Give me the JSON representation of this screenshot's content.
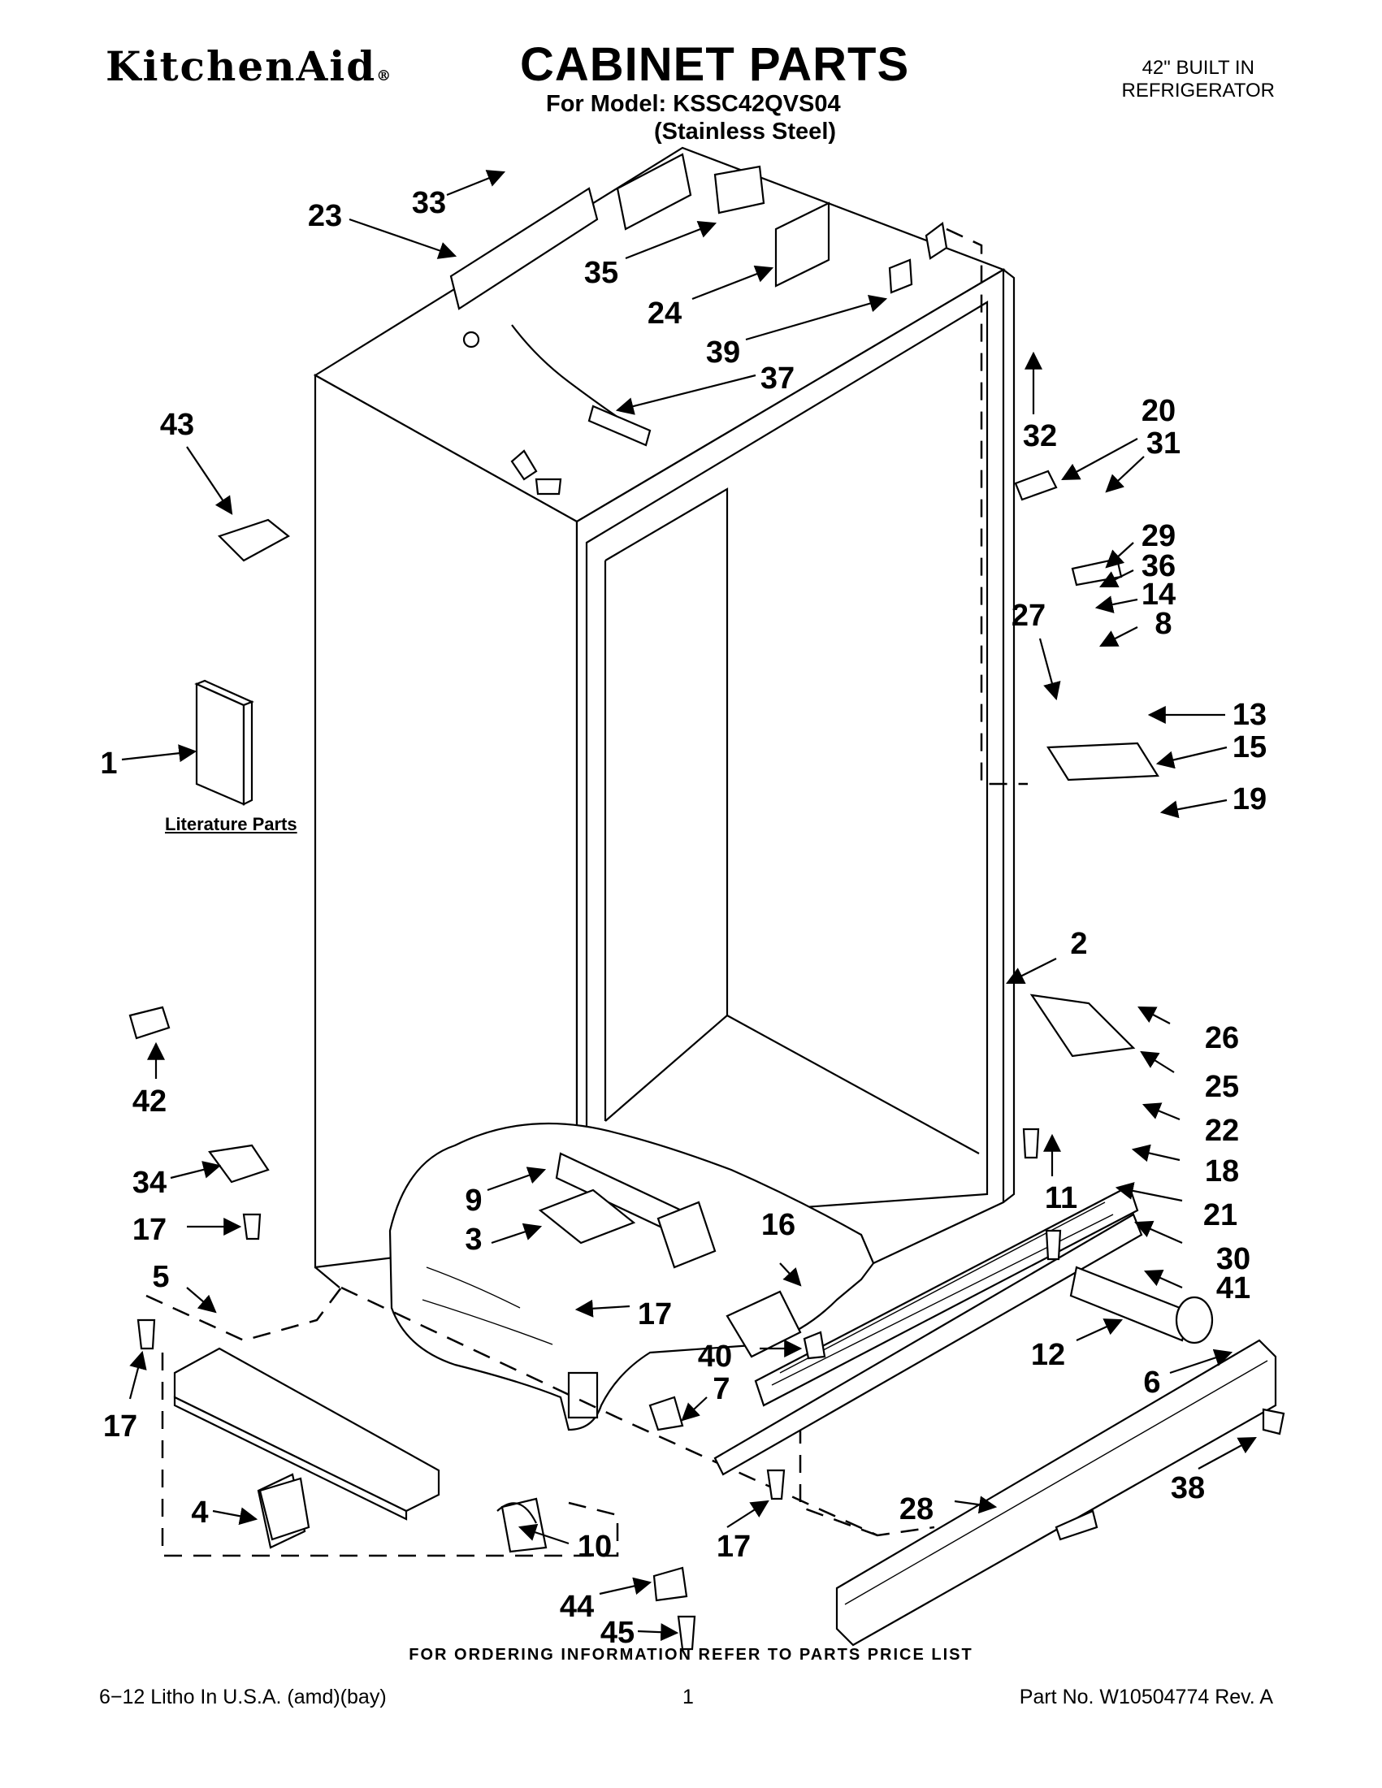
{
  "header": {
    "brand": "KitchenAid",
    "brand_mark": "®",
    "title": "CABINET PARTS",
    "model_line": "For Model: KSSC42QVS04",
    "finish_line": "(Stainless Steel)",
    "appliance_line1": "42\" BUILT IN",
    "appliance_line2": "REFRIGERATOR"
  },
  "literature_label": "Literature Parts",
  "callouts": [
    {
      "label": "33"
    },
    {
      "label": "23"
    },
    {
      "label": "35"
    },
    {
      "label": "24"
    },
    {
      "label": "39"
    },
    {
      "label": "37"
    },
    {
      "label": "32"
    },
    {
      "label": "43"
    },
    {
      "label": "20"
    },
    {
      "label": "31"
    },
    {
      "label": "29"
    },
    {
      "label": "36"
    },
    {
      "label": "14"
    },
    {
      "label": "27"
    },
    {
      "label": "8"
    },
    {
      "label": "13"
    },
    {
      "label": "15"
    },
    {
      "label": "1"
    },
    {
      "label": "19"
    },
    {
      "label": "2"
    },
    {
      "label": "26"
    },
    {
      "label": "25"
    },
    {
      "label": "42"
    },
    {
      "label": "22"
    },
    {
      "label": "18"
    },
    {
      "label": "34"
    },
    {
      "label": "9"
    },
    {
      "label": "11"
    },
    {
      "label": "21"
    },
    {
      "label": "17"
    },
    {
      "label": "3"
    },
    {
      "label": "16"
    },
    {
      "label": "30"
    },
    {
      "label": "5"
    },
    {
      "label": "41"
    },
    {
      "label": "17"
    },
    {
      "label": "12"
    },
    {
      "label": "40"
    },
    {
      "label": "6"
    },
    {
      "label": "7"
    },
    {
      "label": "17"
    },
    {
      "label": "28"
    },
    {
      "label": "38"
    },
    {
      "label": "4"
    },
    {
      "label": "10"
    },
    {
      "label": "17"
    },
    {
      "label": "44"
    },
    {
      "label": "45"
    }
  ],
  "footer": {
    "order_note": "FOR ORDERING INFORMATION REFER TO PARTS PRICE LIST",
    "litho": "6−12 Litho In U.S.A. (amd)(bay)",
    "page_number": "1",
    "part_number": "Part No. W10504774 Rev. A"
  }
}
